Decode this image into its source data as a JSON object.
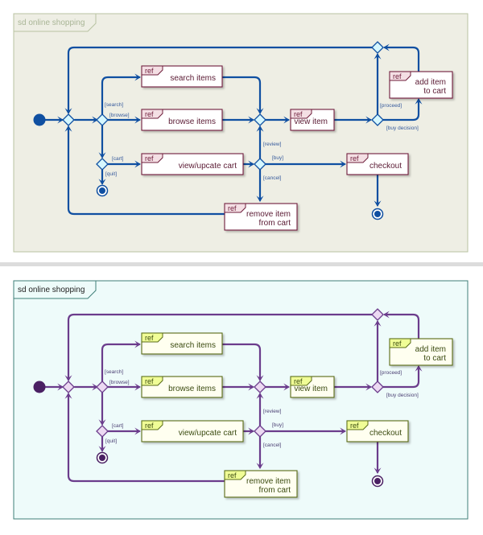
{
  "frame_title": "sd online shopping",
  "ref_tag": "ref",
  "refs": {
    "search": [
      "search items"
    ],
    "browse": [
      "browse items"
    ],
    "view": [
      "view item"
    ],
    "cart": [
      "view/upcate cart"
    ],
    "checkout": [
      "checkout"
    ],
    "add": [
      "add item",
      "to cart"
    ],
    "remove": [
      "remove item",
      "from cart"
    ]
  },
  "guards": {
    "search": "[search]",
    "browse": "[browse]",
    "cart": "[cart]",
    "quit": "[quit]",
    "review": "[review]",
    "buy": "[buy]",
    "cancel": "[cancel]",
    "proceed": "[proceed]",
    "buy_decision": "[buy decision]"
  },
  "themes": [
    {
      "name": "",
      "frame_bg": "#eeeee4",
      "frame_border": "#b8c3a2",
      "title_color": "#a9b596",
      "line": "#0f4fa1",
      "diamond_fill": "#d6f7ff",
      "diamond_stroke": "#0f4fa1",
      "start": "#0f4fa1",
      "ref_body": "#ffffff",
      "ref_tag_fill": "#f4dfe4",
      "ref_border": "#6e1c3a",
      "text": "#5a1a33",
      "guard": "#365a9c",
      "tag_text": "#6e1c3a"
    },
    {
      "name": "",
      "frame_bg": "#eefbfa",
      "frame_border": "#3f7f78",
      "title_color": "#222222",
      "line": "#6b3c8c",
      "diamond_fill": "#ecd9f2",
      "diamond_stroke": "#6b3c8c",
      "start": "#4a2063",
      "ref_body": "#fffff0",
      "ref_tag_fill": "#f0fd96",
      "ref_border": "#586b16",
      "text": "#3a4a10",
      "guard": "#4a3f73",
      "tag_text": "#3a4a10"
    }
  ]
}
